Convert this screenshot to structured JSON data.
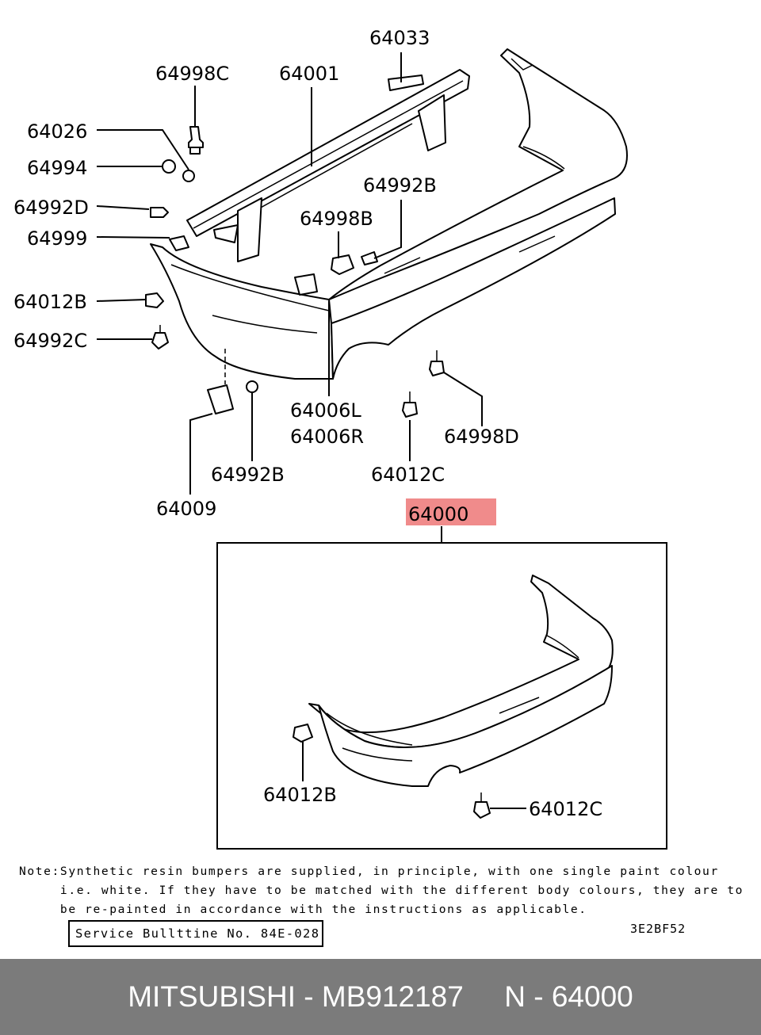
{
  "labels": {
    "p64033": "64033",
    "p64998C": "64998C",
    "p64001": "64001",
    "p64026": "64026",
    "p64994": "64994",
    "p64992B_top": "64992B",
    "p64992D": "64992D",
    "p64998B": "64998B",
    "p64999": "64999",
    "p64012B": "64012B",
    "p64992C": "64992C",
    "p64006L": "64006L",
    "p64006R": "64006R",
    "p64998D": "64998D",
    "p64992B_bottom": "64992B",
    "p64012C": "64012C",
    "p64009": "64009",
    "p64000": "64000",
    "p64012B_box": "64012B",
    "p64012C_box": "64012C"
  },
  "highlight_color": "#f08b8b",
  "note": {
    "line1": "Note:Synthetic resin bumpers are supplied, in principle, with one single paint colour",
    "line2": "     i.e. white. If they have to be matched with the different body colours, they are to",
    "line3": "     be re-painted in accordance with the instructions as applicable."
  },
  "service_bulletin": "Service Bullttine No. 84E-028",
  "figure_code": "3E2BF52",
  "footer": {
    "brand": "MITSUBISHI",
    "separator1": " - ",
    "part_number": "MB912187",
    "gap": "     ",
    "ref": "N - 64000"
  }
}
